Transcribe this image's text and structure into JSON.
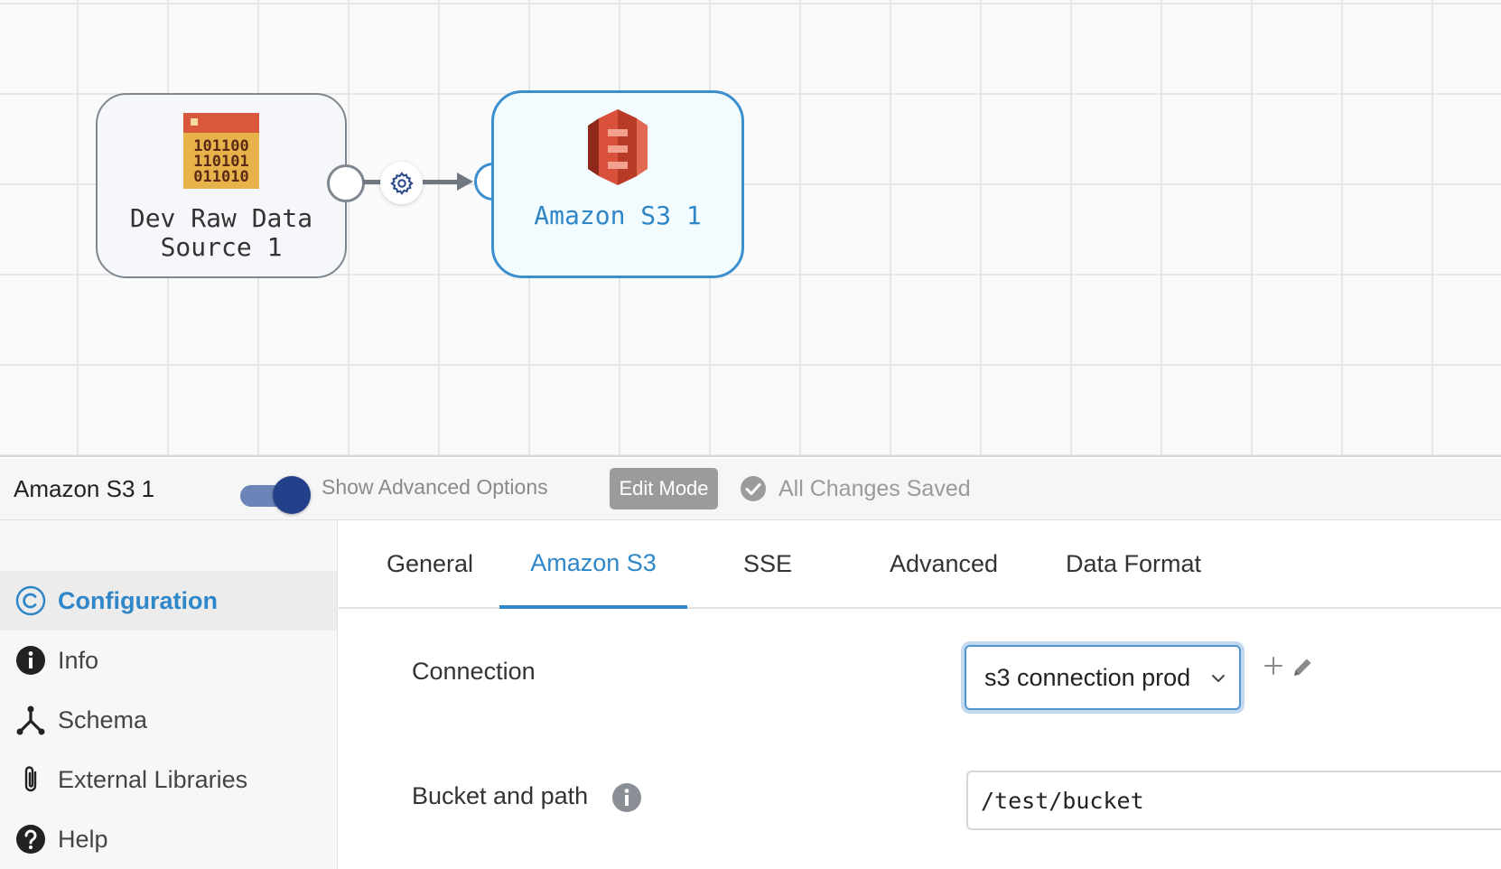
{
  "canvas": {
    "nodes": [
      {
        "label_line1": "Dev Raw Data",
        "label_line2": "Source 1",
        "icon": "binary-data-icon"
      },
      {
        "label": "Amazon S3 1",
        "icon": "amazon-s3-icon"
      }
    ],
    "edge": {
      "icon": "gear-icon"
    }
  },
  "header": {
    "title": "Amazon S3 1",
    "toggle_label": "Show Advanced Options",
    "toggle_on": true,
    "edit_mode_label": "Edit Mode",
    "saved_label": "All Changes Saved"
  },
  "sidebar": {
    "items": [
      {
        "label": "Configuration",
        "icon": "copyright-circle-icon",
        "active": true
      },
      {
        "label": "Info",
        "icon": "info-icon"
      },
      {
        "label": "Schema",
        "icon": "schema-fork-icon"
      },
      {
        "label": "External Libraries",
        "icon": "paperclip-icon"
      },
      {
        "label": "Help",
        "icon": "question-circle-icon"
      }
    ]
  },
  "tabs": [
    {
      "label": "General"
    },
    {
      "label": "Amazon S3",
      "active": true
    },
    {
      "label": "SSE"
    },
    {
      "label": "Advanced"
    },
    {
      "label": "Data Format"
    }
  ],
  "form": {
    "connection_label": "Connection",
    "connection_value": "s3 connection prod",
    "bucket_label": "Bucket and path",
    "bucket_value": "/test/bucket"
  },
  "colors": {
    "accent": "#2f86c8",
    "toggle_knob": "#23408a",
    "s3_red": "#d9513a",
    "source_icon_orange": "#e8b24a"
  }
}
